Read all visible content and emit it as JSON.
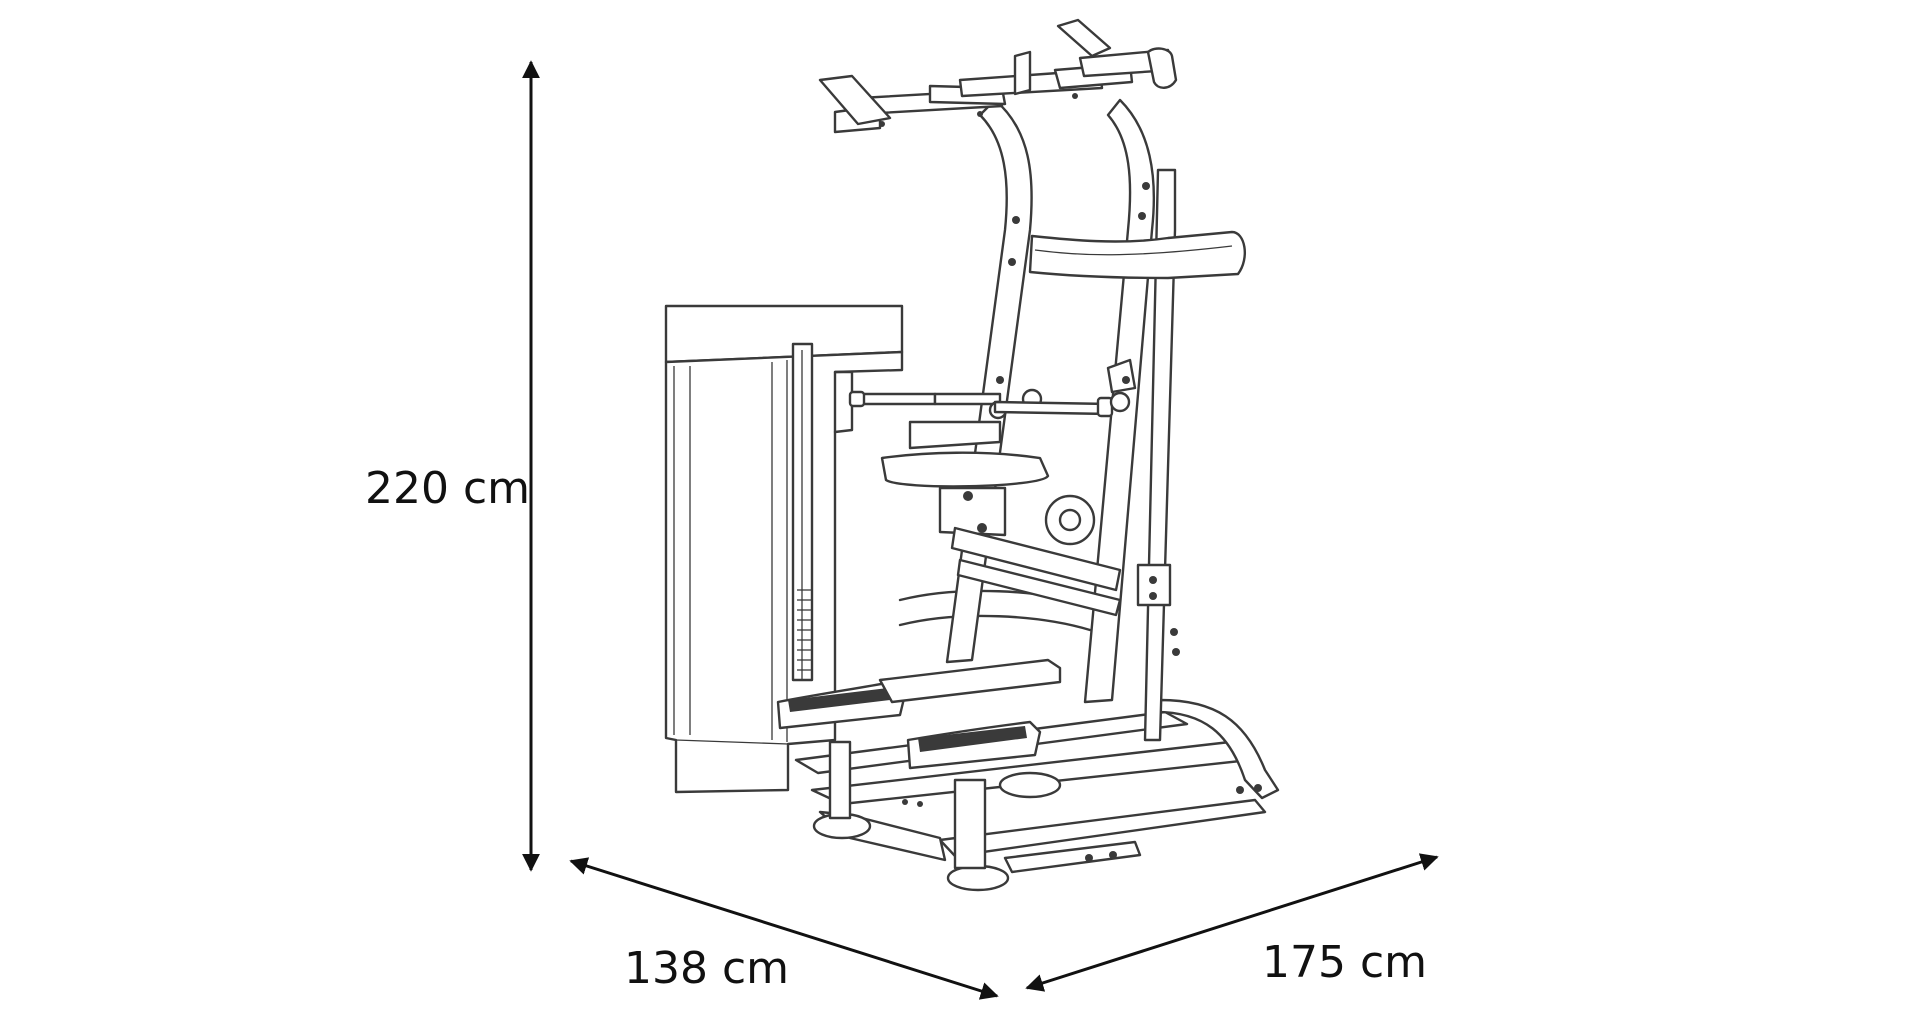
{
  "dimensions": {
    "height_label": "220 cm",
    "depth_label": "138 cm",
    "width_label": "175 cm"
  },
  "colors": {
    "line": "#111111",
    "machine_outline": "#3a3a3a",
    "background": "#ffffff"
  }
}
